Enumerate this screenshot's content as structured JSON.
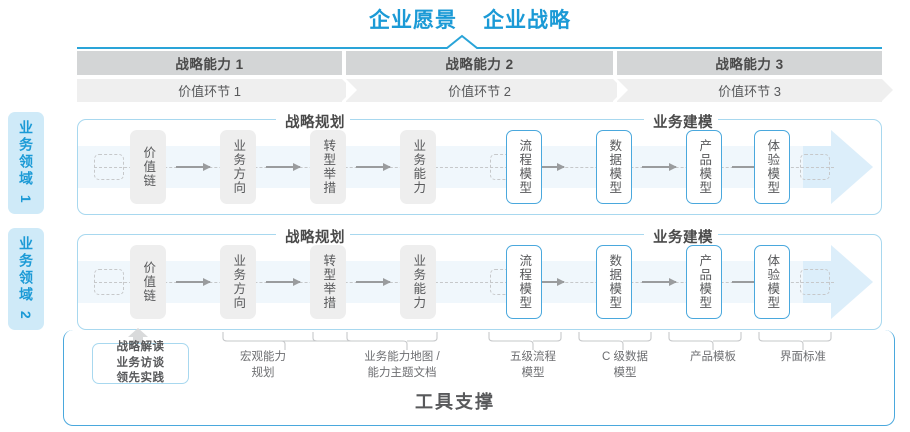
{
  "header": {
    "titles": [
      "企业愿景",
      "企业战略"
    ],
    "accent_color": "#1b9ad6"
  },
  "capability_bars": [
    {
      "label": "战略能力 1"
    },
    {
      "label": "战略能力 2"
    },
    {
      "label": "战略能力 3"
    }
  ],
  "value_chain_bars": [
    {
      "label": "价值环节 1"
    },
    {
      "label": "价值环节 2"
    },
    {
      "label": "价值环节 3"
    }
  ],
  "domains": [
    {
      "tab_label": "业务领域 1",
      "groups": [
        {
          "label": "战略规划"
        },
        {
          "label": "业务建模"
        }
      ],
      "nodes": [
        {
          "label": "价值链",
          "style": "gray"
        },
        {
          "label": "业务方向",
          "style": "gray"
        },
        {
          "label": "转型举措",
          "style": "gray"
        },
        {
          "label": "业务能力",
          "style": "gray"
        },
        {
          "label": "流程模型",
          "style": "blue"
        },
        {
          "label": "数据模型",
          "style": "blue"
        },
        {
          "label": "产品模型",
          "style": "blue"
        },
        {
          "label": "体验模型",
          "style": "blue"
        }
      ]
    },
    {
      "tab_label": "业务领域 2",
      "groups": [
        {
          "label": "战略规划"
        },
        {
          "label": "业务建模"
        }
      ],
      "nodes": [
        {
          "label": "价值链",
          "style": "gray"
        },
        {
          "label": "业务方向",
          "style": "gray"
        },
        {
          "label": "转型举措",
          "style": "gray"
        },
        {
          "label": "业务能力",
          "style": "gray"
        },
        {
          "label": "流程模型",
          "style": "blue"
        },
        {
          "label": "数据模型",
          "style": "blue"
        },
        {
          "label": "产品模型",
          "style": "blue"
        },
        {
          "label": "体验模型",
          "style": "blue"
        }
      ]
    }
  ],
  "tool_support": {
    "highlight_box": "战略解读\n业务访谈\n领先实践",
    "labels": [
      "宏观能力\n规划",
      "业务能力地图 /\n能力主题文档",
      "五级流程\n模型",
      "C 级数据\n模型",
      "产品模板",
      "界面标准"
    ],
    "footer_title": "工具支撑"
  }
}
